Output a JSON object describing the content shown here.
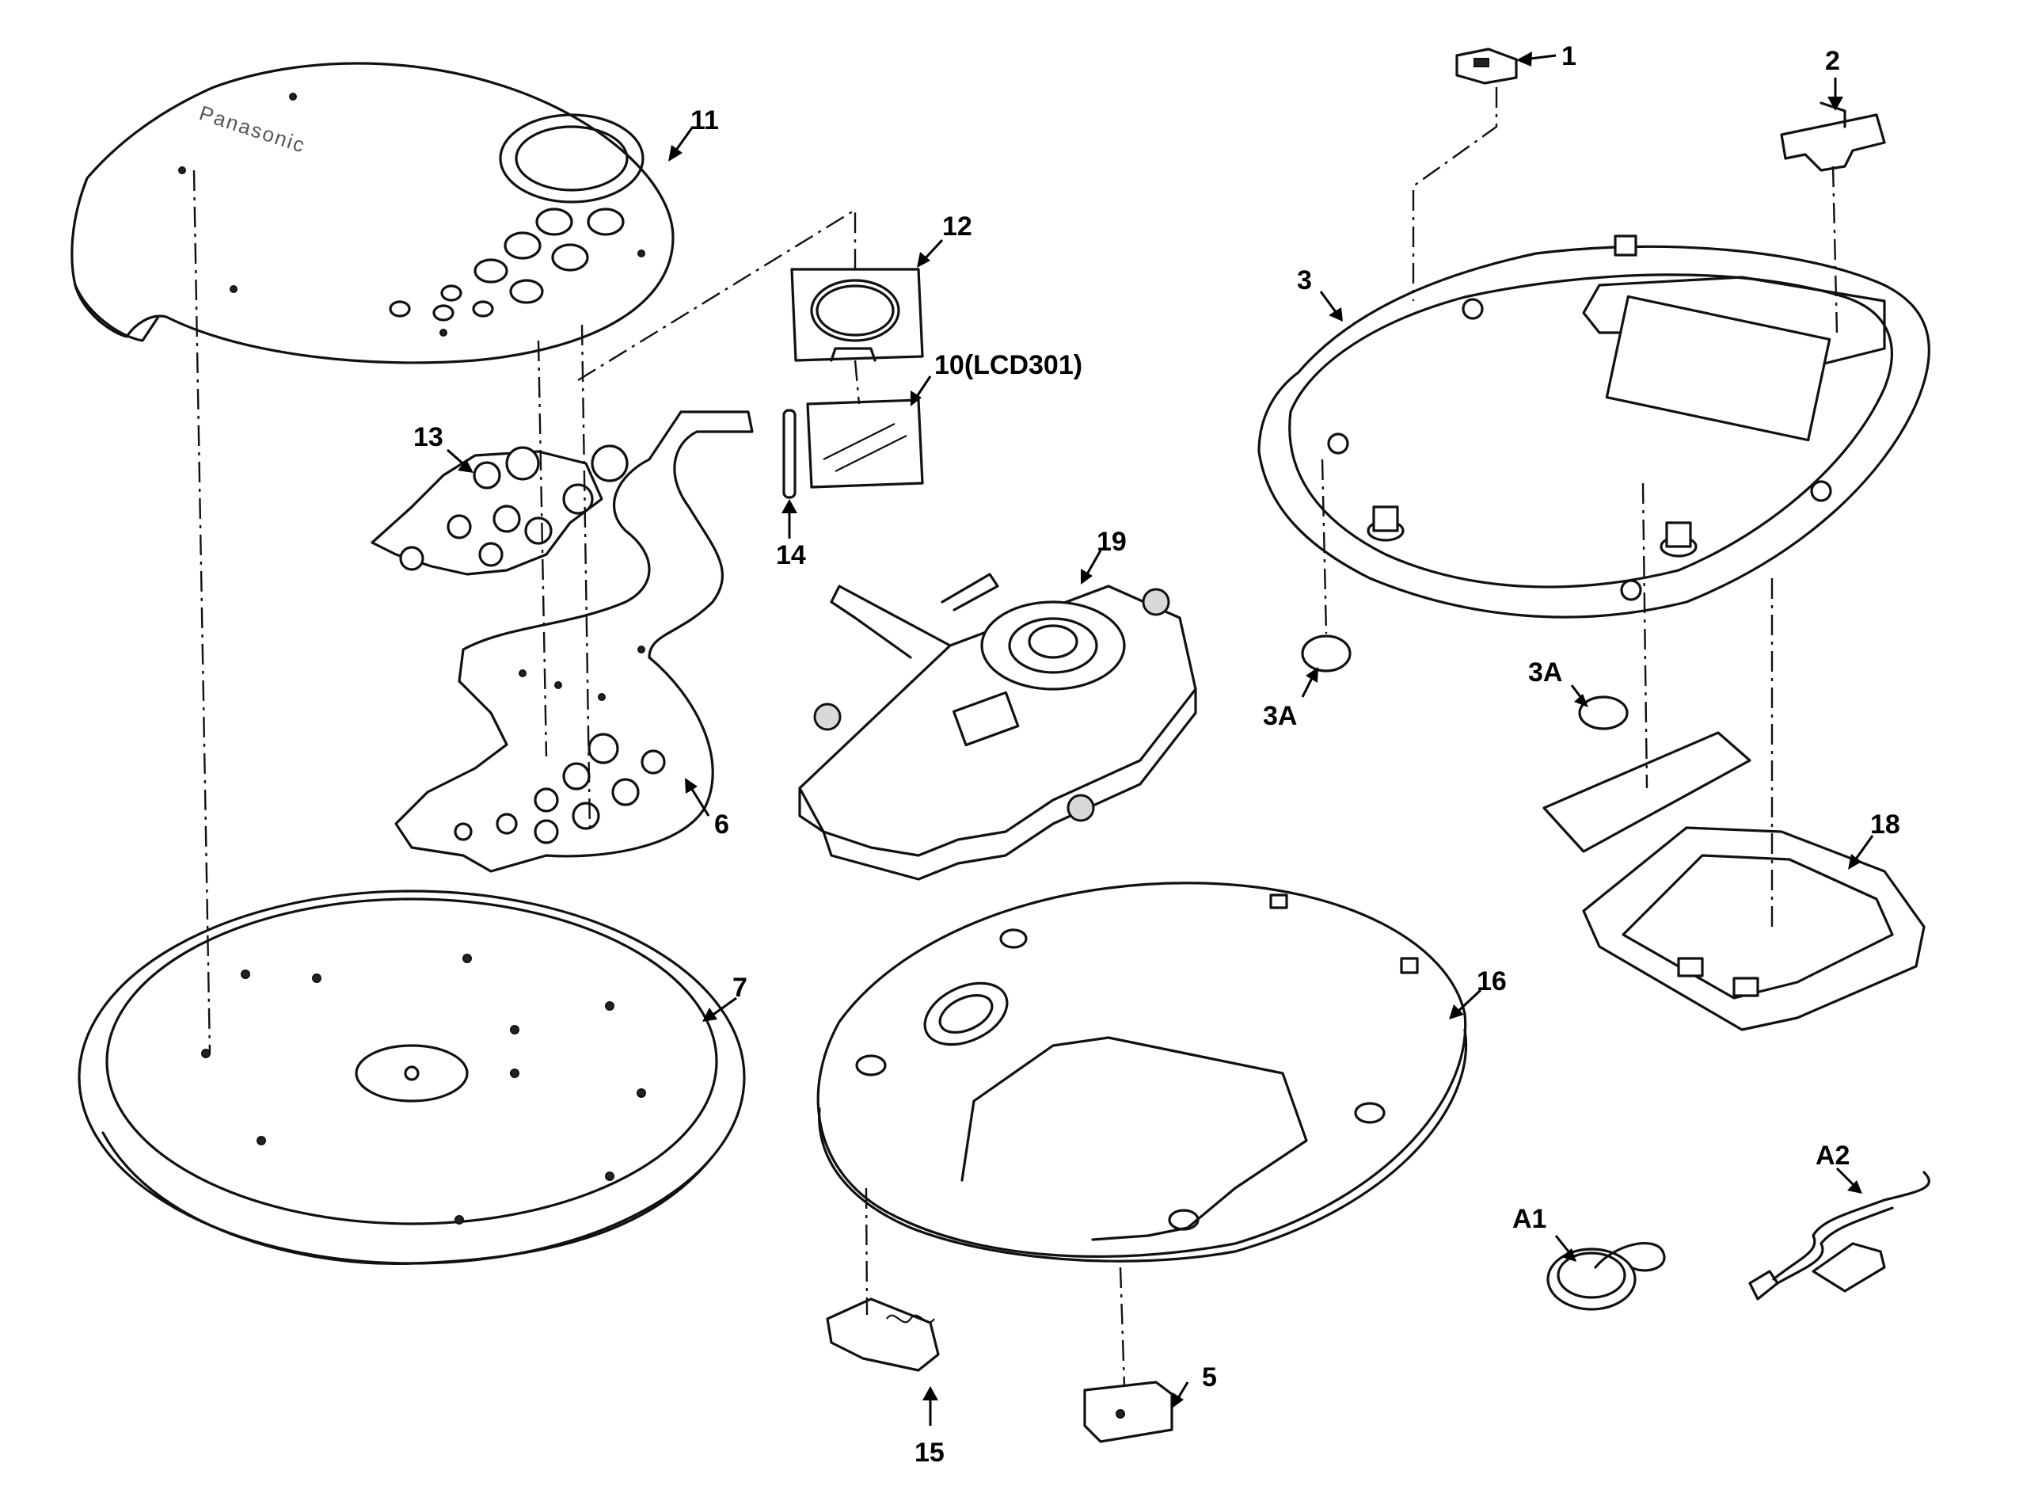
{
  "labels": {
    "p1": "1",
    "p2": "2",
    "p3": "3",
    "p3a_left": "3A",
    "p3a_right": "3A",
    "p5": "5",
    "p6": "6",
    "p7": "7",
    "p10": "10(LCD301)",
    "p11": "11",
    "p12": "12",
    "p13": "13",
    "p14": "14",
    "p15": "15",
    "p16": "16",
    "p18": "18",
    "p19": "19",
    "a1": "A1",
    "a2": "A2"
  },
  "brand_logo_text": "Panasonic"
}
